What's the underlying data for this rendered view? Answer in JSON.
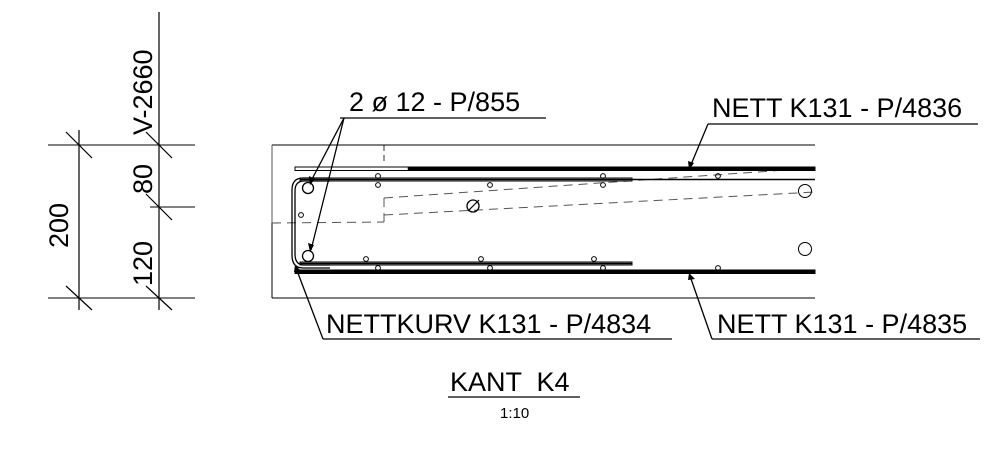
{
  "drawing": {
    "elevation_label": "V-2660",
    "dim_total": "200",
    "dim_top": "80",
    "dim_bottom": "120",
    "label_bars": "2 ø 12 - P/855",
    "label_mesh_top": "NETT K131 - P/4836",
    "label_basket": "NETTKURV K131 - P/4834",
    "label_mesh_bottom": "NETT K131 - P/4835",
    "title": "KANT  K4",
    "scale": "1:10"
  },
  "colors": {
    "line": "#000000",
    "hidden_line": "#555555",
    "background": "#ffffff"
  }
}
